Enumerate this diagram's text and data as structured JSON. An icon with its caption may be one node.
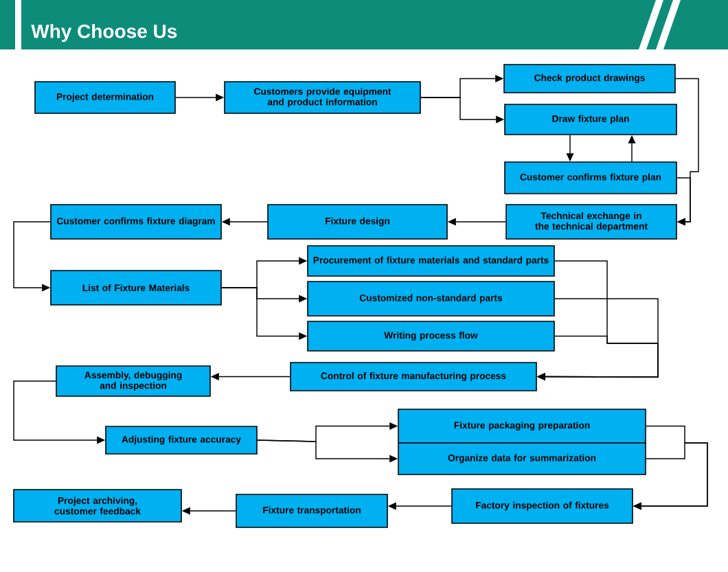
{
  "diagram": {
    "title": "Why Choose Us",
    "nodes": [
      {
        "text": [
          "Project determination"
        ]
      },
      {
        "text": [
          "Customers provide equipment and product information"
        ]
      },
      {
        "text": [
          "Check product drawings"
        ]
      },
      {
        "text": [
          "Draw fixture plan"
        ]
      },
      {
        "text": [
          "Customer confirms fixture plan"
        ]
      },
      {
        "text": [
          "Technical exchange in the technical department"
        ]
      },
      {
        "text": [
          "Fixture design"
        ]
      },
      {
        "text": [
          "Customer confirms fixture diagram"
        ]
      },
      {
        "text": [
          "List of Fixture Materials"
        ]
      },
      {
        "text": [
          "Procurement of fixture materials and standard parts"
        ]
      },
      {
        "text": [
          "Customized non-standard parts"
        ]
      },
      {
        "text": [
          "Writing process flow"
        ]
      },
      {
        "text": [
          "Control of fixture manufacturing process"
        ]
      },
      {
        "text": [
          "Assembly, debugging and inspection"
        ]
      },
      {
        "text": [
          "Adjusting fixture accuracy"
        ]
      },
      {
        "text": [
          "Fixture packaging preparation"
        ]
      },
      {
        "text": [
          "Organize data for summarization"
        ]
      },
      {
        "text": [
          "Factory inspection of fixtures"
        ]
      },
      {
        "text": [
          "Fixture transportation"
        ]
      },
      {
        "text": [
          "Project archiving, customer feedback"
        ]
      }
    ],
    "edges": [
      {
        "from": 0,
        "to": 1,
        "arrow": "to"
      },
      {
        "from": 1,
        "to": 2,
        "arrow": "to"
      },
      {
        "from": 1,
        "to": 3,
        "arrow": "to"
      },
      {
        "from": 3,
        "to": 4,
        "arrow": "to"
      },
      {
        "from": 4,
        "to": 3,
        "arrow": "to"
      },
      {
        "from": 2,
        "to": 5,
        "arrow": "to"
      },
      {
        "from": 4,
        "to": 5,
        "arrow": "to"
      },
      {
        "from": 5,
        "to": 6,
        "arrow": "to"
      },
      {
        "from": 6,
        "to": 7,
        "arrow": "to"
      },
      {
        "from": 7,
        "to": 8,
        "arrow": "to"
      },
      {
        "from": 8,
        "to": 9,
        "arrow": "to"
      },
      {
        "from": 8,
        "to": 10,
        "arrow": "to"
      },
      {
        "from": 8,
        "to": 11,
        "arrow": "to"
      },
      {
        "from": 9,
        "to": 12,
        "arrow": "to"
      },
      {
        "from": 10,
        "to": 12,
        "arrow": "to"
      },
      {
        "from": 11,
        "to": 12,
        "arrow": "to"
      },
      {
        "from": 12,
        "to": 13,
        "arrow": "to"
      },
      {
        "from": 13,
        "to": 14,
        "arrow": "to"
      },
      {
        "from": 14,
        "to": 15,
        "arrow": "to"
      },
      {
        "from": 14,
        "to": 16,
        "arrow": "to"
      },
      {
        "from": 15,
        "to": 17,
        "arrow": "to"
      },
      {
        "from": 16,
        "to": 17,
        "arrow": "to"
      },
      {
        "from": 17,
        "to": 18,
        "arrow": "to"
      },
      {
        "from": 18,
        "to": 19,
        "arrow": "to"
      }
    ]
  }
}
